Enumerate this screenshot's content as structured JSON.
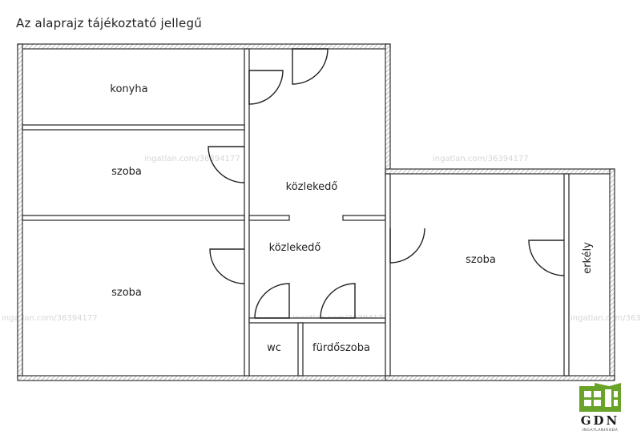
{
  "header": {
    "note": "Az alaprajz tájékoztató jellegű"
  },
  "rooms": {
    "kitchen": "konyha",
    "room_1": "szoba",
    "room_2": "szoba",
    "corridor_1": "közlekedő",
    "corridor_2": "közlekedő",
    "wc": "wc",
    "bathroom": "fürdőszoba",
    "room_3": "szoba",
    "balcony": "erkély"
  },
  "watermark": "ingatlan.com/36394177",
  "logo": {
    "name": "GDN",
    "tagline": "INGATLANIRODA"
  },
  "colors": {
    "wall": "#333333",
    "logo_green": "#6aa32a",
    "watermark": "#d6d6d6"
  }
}
